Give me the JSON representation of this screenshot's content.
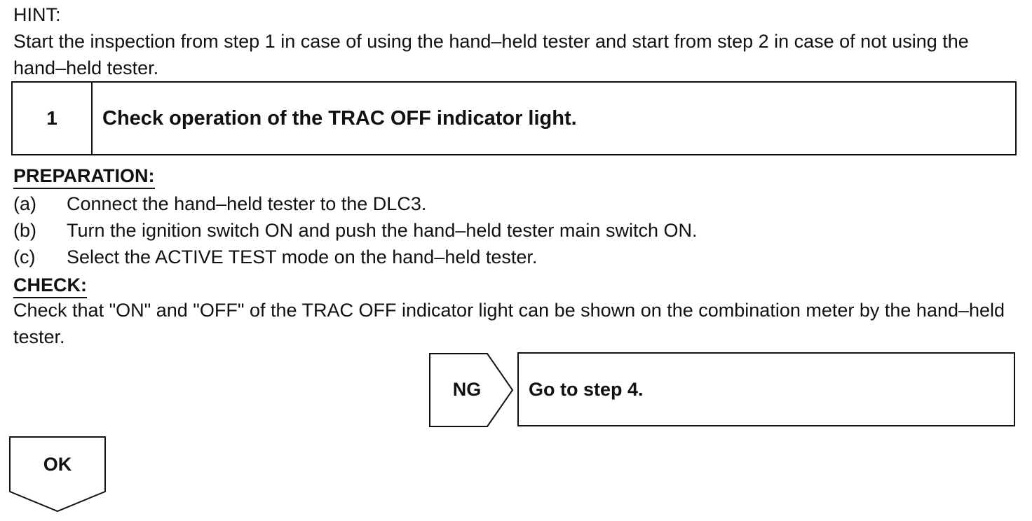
{
  "hint": {
    "label": "HINT:",
    "text": "Start the inspection from step 1 in case of using the hand–held tester and start from step 2 in case of not using the hand–held tester."
  },
  "step": {
    "number": "1",
    "title": "Check operation of the TRAC OFF indicator light."
  },
  "preparation": {
    "heading": "PREPARATION:",
    "items": [
      {
        "label": "(a)",
        "text": "Connect the hand–held tester to the DLC3."
      },
      {
        "label": "(b)",
        "text": "Turn the ignition switch ON and push the hand–held tester main switch ON."
      },
      {
        "label": "(c)",
        "text": "Select the ACTIVE TEST mode on the hand–held tester."
      }
    ]
  },
  "check": {
    "heading": "CHECK:",
    "text": "Check that \"ON\" and \"OFF\" of the TRAC OFF indicator light can be shown on the combination meter by the hand–held tester."
  },
  "ng_branch": {
    "label": "NG",
    "action": "Go to step 4."
  },
  "ok_branch": {
    "label": "OK"
  }
}
